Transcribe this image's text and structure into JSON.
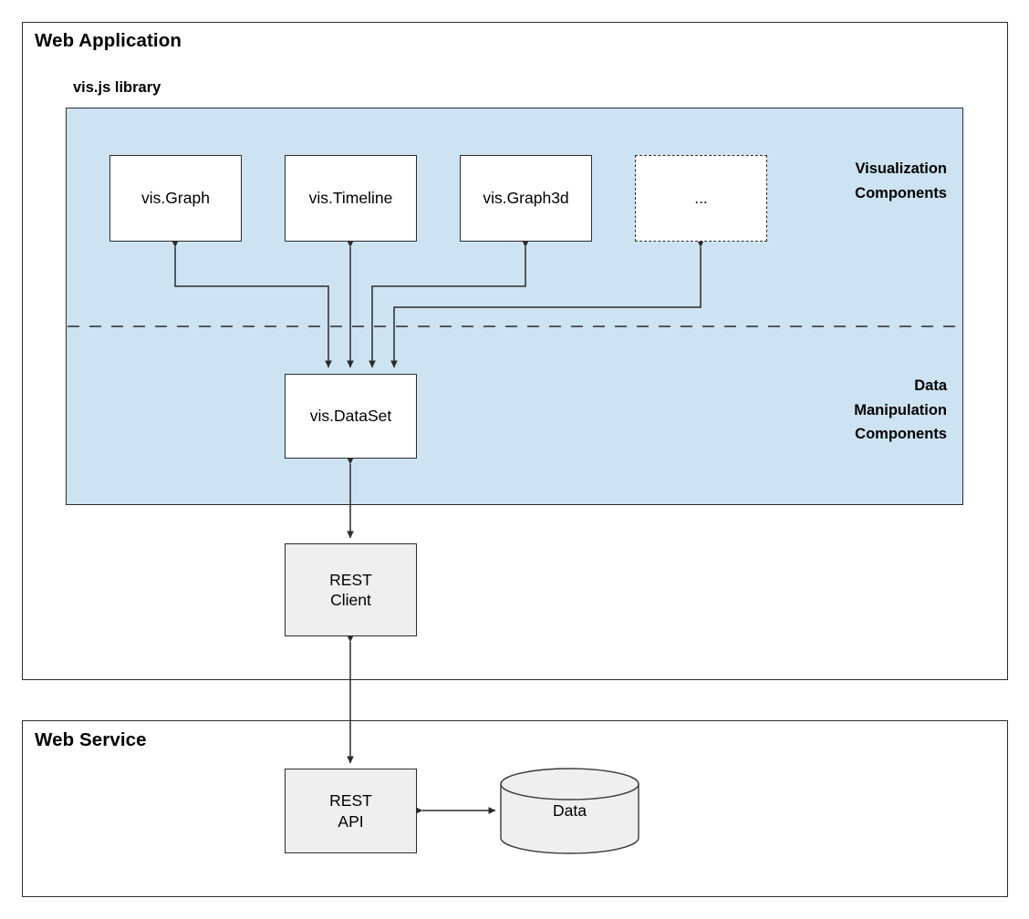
{
  "diagram": {
    "frames": {
      "web_application": "Web Application",
      "web_service": "Web Service"
    },
    "library_title": "vis.js library",
    "panel_labels": {
      "visualization": "Visualization\nComponents",
      "data_manipulation": "Data\nManipulation\nComponents"
    },
    "nodes": {
      "graph": "vis.Graph",
      "timeline": "vis.Timeline",
      "graph3d": "vis.Graph3d",
      "more": "...",
      "dataset": "vis.DataSet",
      "rest_client": "REST\nClient",
      "rest_api": "REST\nAPI",
      "data_store": "Data"
    },
    "colors": {
      "panel_fill": "#cde3f2",
      "node_fill": "#ffffff",
      "gray_node_fill": "#efefef",
      "stroke": "#2b2b2b"
    }
  }
}
